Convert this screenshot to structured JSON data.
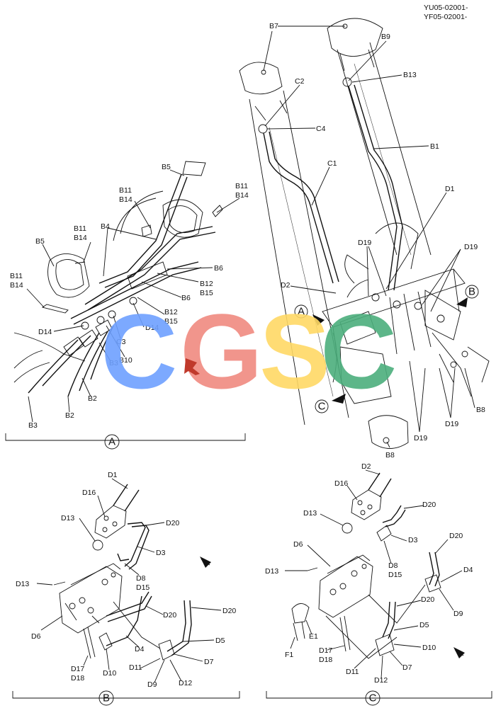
{
  "codes": [
    "YU05-02001-",
    "YF05-02001-"
  ],
  "views": [
    "A",
    "B",
    "C"
  ],
  "watermark": {
    "letters": [
      "C",
      "G",
      "S",
      "C"
    ],
    "colors": [
      "#6ea0ff",
      "#f08a80",
      "#ffd966",
      "#4caf7d"
    ]
  },
  "labels_main": {
    "B7": "B7",
    "B9": "B9",
    "B13": "B13",
    "C2": "C2",
    "C4": "C4",
    "B1": "B1",
    "C1": "C1",
    "D1": "D1",
    "D19": "D19",
    "D2": "D2",
    "B8": "B8"
  },
  "labels_a": {
    "B5": "B5",
    "B11": "B11",
    "B14": "B14",
    "B4": "B4",
    "B6": "B6",
    "B12": "B12",
    "B15": "B15",
    "D14": "D14",
    "C3": "C3",
    "B10": "B10",
    "B3": "B3",
    "B2": "B2"
  },
  "labels_b": {
    "D1": "D1",
    "D16": "D16",
    "D13": "D13",
    "D20": "D20",
    "D3": "D3",
    "D8": "D8",
    "D15": "D15",
    "D6": "D6",
    "D17": "D17",
    "D18": "D18",
    "D10": "D10",
    "D4": "D4",
    "D11": "D11",
    "D9": "D9",
    "D12": "D12",
    "D7": "D7",
    "D5": "D5"
  },
  "labels_c": {
    "D2": "D2",
    "D16": "D16",
    "D20": "D20",
    "D13": "D13",
    "D3": "D3",
    "D6": "D6",
    "D8": "D8",
    "D15": "D15",
    "D4": "D4",
    "D9": "D9",
    "E1": "E1",
    "F1": "F1",
    "D17": "D17",
    "D18": "D18",
    "D5": "D5",
    "D10": "D10",
    "D11": "D11",
    "D12": "D12",
    "D7": "D7"
  }
}
